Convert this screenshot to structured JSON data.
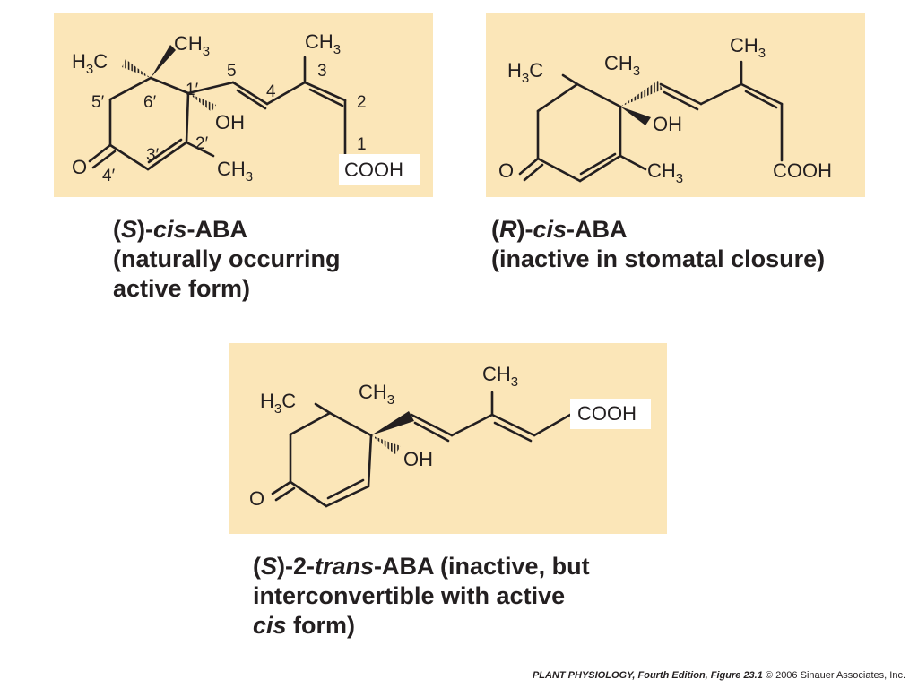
{
  "colors": {
    "panel": "#fbe6b8",
    "ink": "#231f20",
    "label_bg": "#ffffff"
  },
  "atoms": {
    "h3c_h": "H",
    "h3c_c": "C",
    "sub3": "3",
    "ch3_c": "CH",
    "oh": "OH",
    "o": "O",
    "cooh": "COOH"
  },
  "numbers": {
    "n1": "1",
    "n2": "2",
    "n3": "3",
    "n4": "4",
    "n5": "5",
    "n1p": "1′",
    "n2p": "2′",
    "n3p": "3′",
    "n4p": "4′",
    "n5p": "5′",
    "n6p": "6′"
  },
  "captions": {
    "s_cis": {
      "p1": "(",
      "p2": "S",
      "p3": ")-",
      "p4": "cis",
      "p5": "-ABA",
      "line2": "(naturally occurring",
      "line3": "active form)"
    },
    "r_cis": {
      "p1": "(",
      "p2": "R",
      "p3": ")-",
      "p4": "cis",
      "p5": "-ABA",
      "line2": "(inactive in stomatal closure)"
    },
    "s_trans": {
      "p1": "(",
      "p2": "S",
      "p3": ")-2-",
      "p4": "trans",
      "p5": "-ABA (inactive, but",
      "line2": "interconvertible with active",
      "line3a": "cis",
      "line3b": " form)"
    }
  },
  "footer": {
    "book": "PLANT PHYSIOLOGY, Fourth Edition, Figure 23.1",
    "copyright": "  © 2006 Sinauer Associates, Inc."
  }
}
